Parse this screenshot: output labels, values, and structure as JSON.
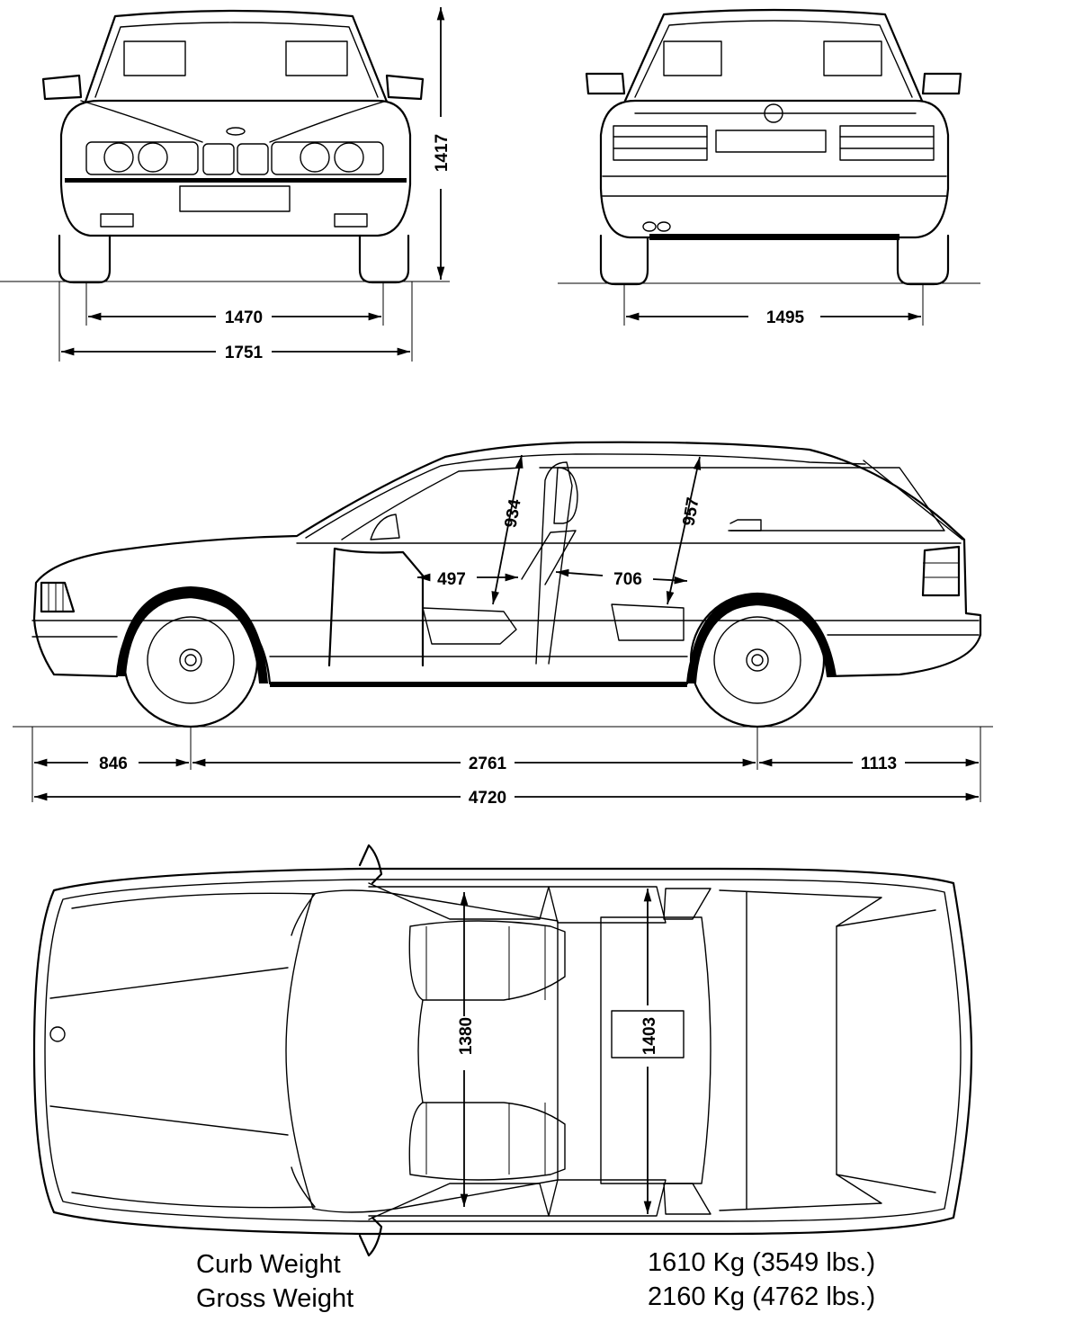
{
  "dimensions": {
    "height": "1417",
    "front_track": "1470",
    "width": "1751",
    "rear_track": "1495",
    "roof_front": "934",
    "roof_rear": "957",
    "legroom_front": "497",
    "legroom_rear": "706",
    "front_overhang": "846",
    "wheelbase": "2761",
    "rear_overhang": "1113",
    "length": "4720",
    "shoulder_front": "1380",
    "shoulder_rear": "1403"
  },
  "weights": {
    "curb_label": "Curb Weight",
    "gross_label": "Gross Weight",
    "curb_value": "1610 Kg (3549 lbs.)",
    "gross_value": "2160 Kg (4762 lbs.)"
  }
}
